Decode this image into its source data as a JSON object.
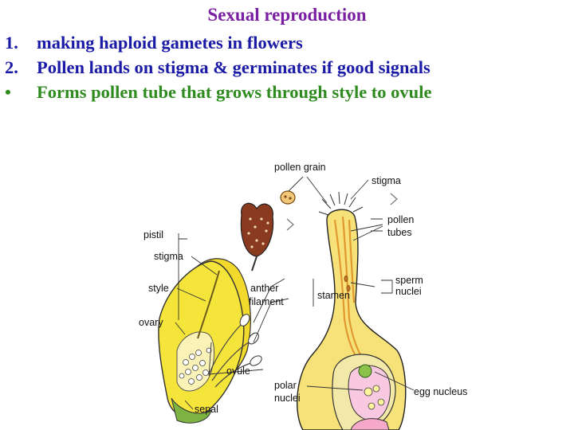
{
  "slide": {
    "title": "Sexual reproduction",
    "bullets": [
      {
        "marker": "1.",
        "text": "making haploid gametes in flowers",
        "color": "#1a1aa6"
      },
      {
        "marker": "2.",
        "text": "Pollen lands on stigma & germinates if good signals",
        "color": "#1a1aa6"
      },
      {
        "marker": "•",
        "text": "Forms pollen tube that grows through style to ovule",
        "color": "#2e8b1e"
      }
    ]
  },
  "diagram": {
    "labels": {
      "pollen_grain": "pollen grain",
      "stigma_top": "stigma",
      "pollen": "pollen",
      "tubes": "tubes",
      "pistil": "pistil",
      "stigma_left": "stigma",
      "style": "style",
      "ovary": "ovary",
      "anther": "anther",
      "filament": "filament",
      "stamen": "stamen",
      "sperm": "sperm",
      "nuclei": "nuclei",
      "ovule": "ovule",
      "polar": "polar",
      "polar_nuclei": "nuclei",
      "egg_nucleus": "egg nucleus",
      "sepal": "sepal"
    },
    "colors": {
      "flower_yellow": "#f5e53a",
      "pistil_yellow": "#f7e27a",
      "tube_orange": "#e8a63a",
      "anther_brown": "#8a3a1e",
      "egg_pink": "#f6a8c8",
      "polar_green": "#8bc34a"
    }
  }
}
